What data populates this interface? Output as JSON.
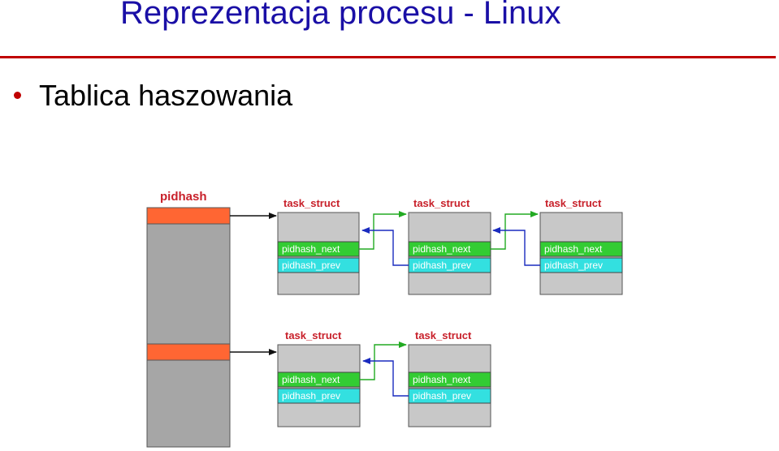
{
  "slide": {
    "title": "Reprezentacja procesu - Linux",
    "bullet": "Tablica haszowania"
  },
  "diagram": {
    "table_label": "pidhash",
    "struct_label": "task_struct",
    "field_next": "pidhash_next",
    "field_prev": "pidhash_prev",
    "chains": [
      {
        "bucket": 1,
        "structs": 3
      },
      {
        "bucket": 2,
        "structs": 2
      }
    ]
  },
  "colors": {
    "title": "#1a0fa6",
    "rule": "#c00000",
    "bucket_highlight": "#ff6633",
    "table_gray": "#a6a6a6",
    "struct_gray": "#c8c8c8",
    "next_field": "#33cc33",
    "prev_field": "#33e0e0",
    "label_red": "#c8202a",
    "next_arrow": "#22aa22",
    "prev_arrow": "#1a2bbf"
  }
}
